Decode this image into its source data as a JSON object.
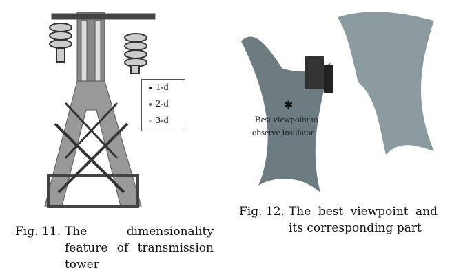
{
  "fig11": {
    "label": "Fig. 11.",
    "caption": "The dimensionality feature of transmission tower",
    "legend": [
      {
        "label": "1-d",
        "color": "#222222"
      },
      {
        "label": "2-d",
        "color": "#666666"
      },
      {
        "label": "3-d",
        "color": "#bbbbbb"
      }
    ]
  },
  "fig12": {
    "label": "Fig. 12.",
    "caption": "The best viewpoint and its corresponding part",
    "annotation_line1": "Best viewpoint to",
    "annotation_line2": "observe insulator"
  }
}
